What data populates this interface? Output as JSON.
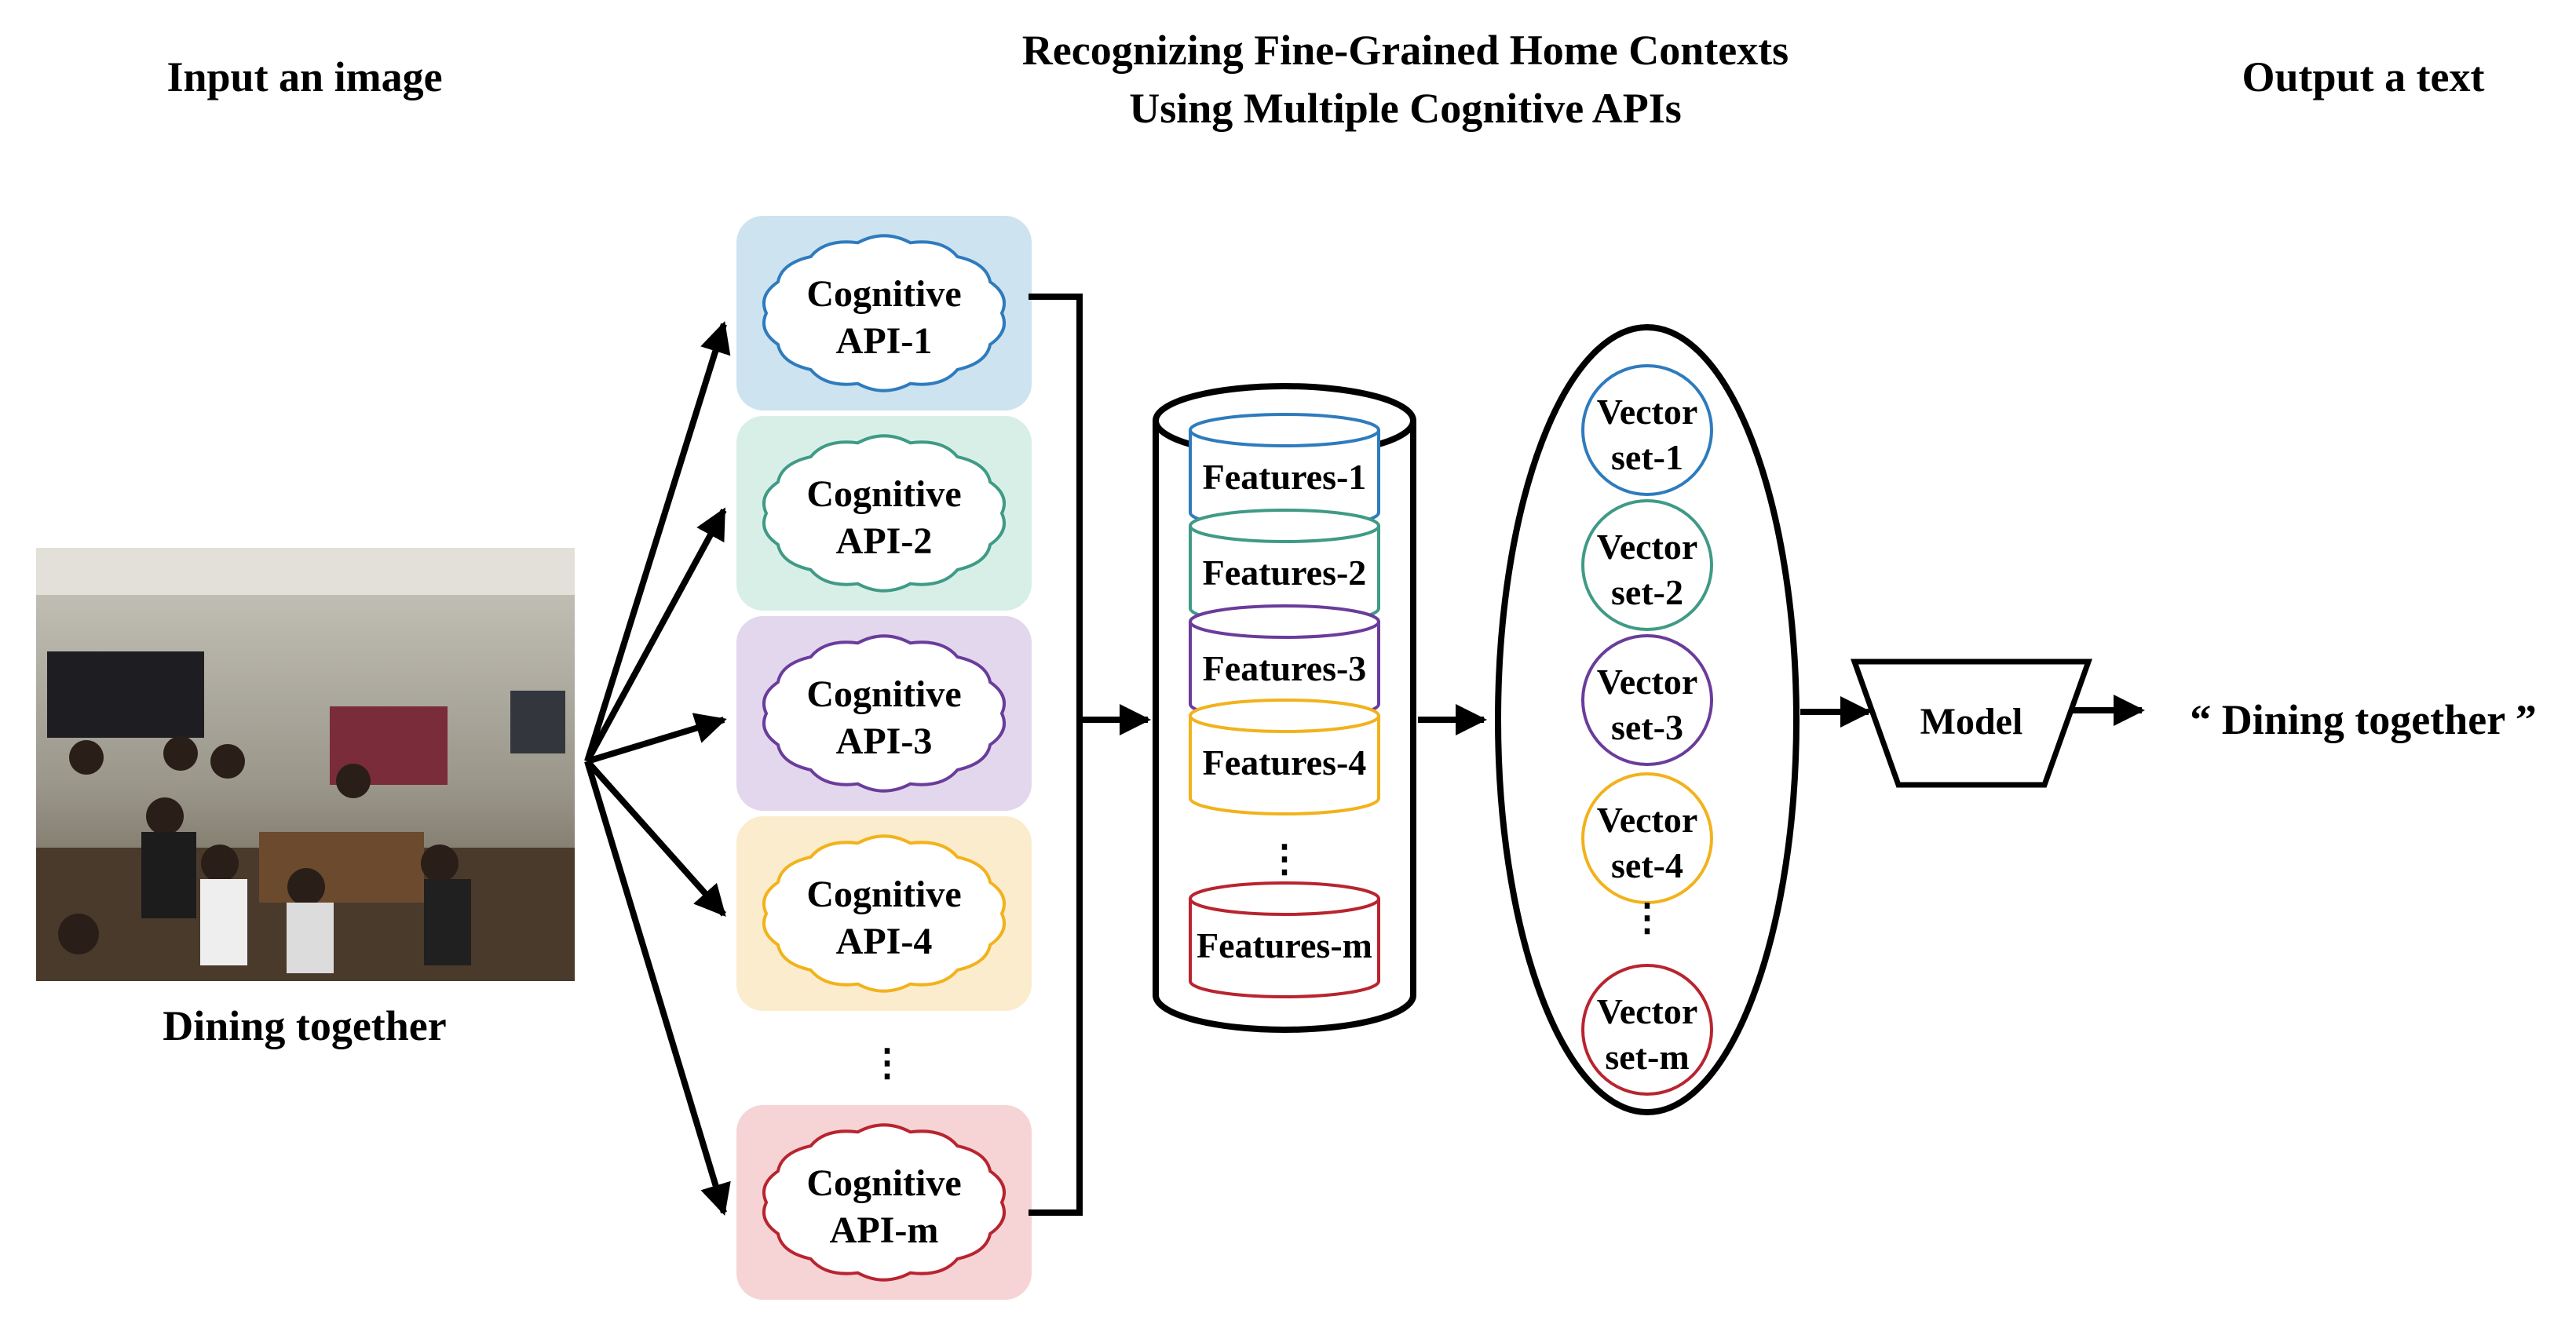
{
  "headers": {
    "input": "Input an image",
    "title_line1": "Recognizing Fine-Grained Home Contexts",
    "title_line2": "Using Multiple Cognitive APIs",
    "output": "Output a text"
  },
  "photo_caption": "Dining together",
  "apis": [
    {
      "line1": "Cognitive",
      "line2": "API-1",
      "stroke": "#2e7bbd",
      "fill": "#cde3ef"
    },
    {
      "line1": "Cognitive",
      "line2": "API-2",
      "stroke": "#3f9a86",
      "fill": "#d8efe8"
    },
    {
      "line1": "Cognitive",
      "line2": "API-3",
      "stroke": "#6a3c9b",
      "fill": "#e2d7ec"
    },
    {
      "line1": "Cognitive",
      "line2": "API-4",
      "stroke": "#f2b21b",
      "fill": "#fbeccd"
    },
    {
      "line1": "Cognitive",
      "line2": "API-m",
      "stroke": "#b8242f",
      "fill": "#f6d4d5"
    }
  ],
  "features": [
    {
      "label": "Features-1",
      "stroke": "#2e7bbd"
    },
    {
      "label": "Features-2",
      "stroke": "#3f9a86"
    },
    {
      "label": "Features-3",
      "stroke": "#6a3c9b"
    },
    {
      "label": "Features-4",
      "stroke": "#f2b21b"
    },
    {
      "label": "Features-m",
      "stroke": "#b8242f"
    }
  ],
  "vectors": [
    {
      "line1": "Vector",
      "line2": "set-1",
      "stroke": "#2e7bbd"
    },
    {
      "line1": "Vector",
      "line2": "set-2",
      "stroke": "#3f9a86"
    },
    {
      "line1": "Vector",
      "line2": "set-3",
      "stroke": "#6a3c9b"
    },
    {
      "line1": "Vector",
      "line2": "set-4",
      "stroke": "#f2b21b"
    },
    {
      "line1": "Vector",
      "line2": "set-m",
      "stroke": "#b8242f"
    }
  ],
  "model_label": "Model",
  "output_text": "“ Dining together ”",
  "ellipsis": "⋮"
}
